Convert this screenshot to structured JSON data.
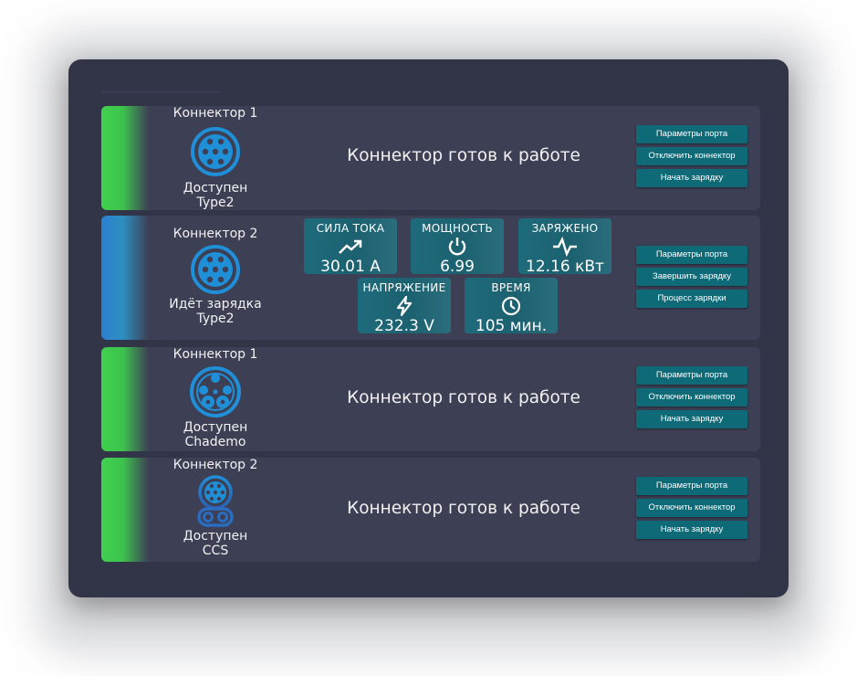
{
  "rows": [
    {
      "connector": "Коннектор 1",
      "status": "Доступен",
      "type": "Type2",
      "message": "Коннектор готов к работе",
      "buttons": [
        "Параметры порта",
        "Отключить коннектор",
        "Начать зарядку"
      ]
    },
    {
      "connector": "Коннектор 2",
      "status": "Идёт зарядка",
      "type": "Type2",
      "metrics": [
        {
          "label": "СИЛА ТОКА",
          "value": "30.01 А",
          "icon": "trend-up-icon"
        },
        {
          "label": "МОЩНОСТЬ",
          "value": "6.99",
          "icon": "power-icon"
        },
        {
          "label": "ЗАРЯЖЕНО",
          "value": "12.16 кВт",
          "icon": "pulse-icon"
        },
        {
          "label": "НАПРЯЖЕНИЕ",
          "value": "232.3 V",
          "icon": "lightning-icon"
        },
        {
          "label": "ВРЕМЯ",
          "value": "105 мин.",
          "icon": "clock-icon"
        }
      ],
      "buttons": [
        "Параметры порта",
        "Завершить зарядку",
        "Процесс зарядки"
      ]
    },
    {
      "connector": "Коннектор 1",
      "status": "Доступен",
      "type": "Chademo",
      "message": "Коннектор готов к работе",
      "buttons": [
        "Параметры порта",
        "Отключить коннектор",
        "Начать зарядку"
      ]
    },
    {
      "connector": "Коннектор 2",
      "status": "Доступен",
      "type": "CCS",
      "message": "Коннектор готов к работе",
      "buttons": [
        "Параметры порта",
        "Отключить коннектор",
        "Начать зарядку"
      ]
    }
  ],
  "colors": {
    "panel": "#323448",
    "row": "#3d3f55",
    "available": "#3fd14f",
    "charging": "#2c7fd0",
    "button": "#0f6a78",
    "icon": "#1f8fd8"
  }
}
